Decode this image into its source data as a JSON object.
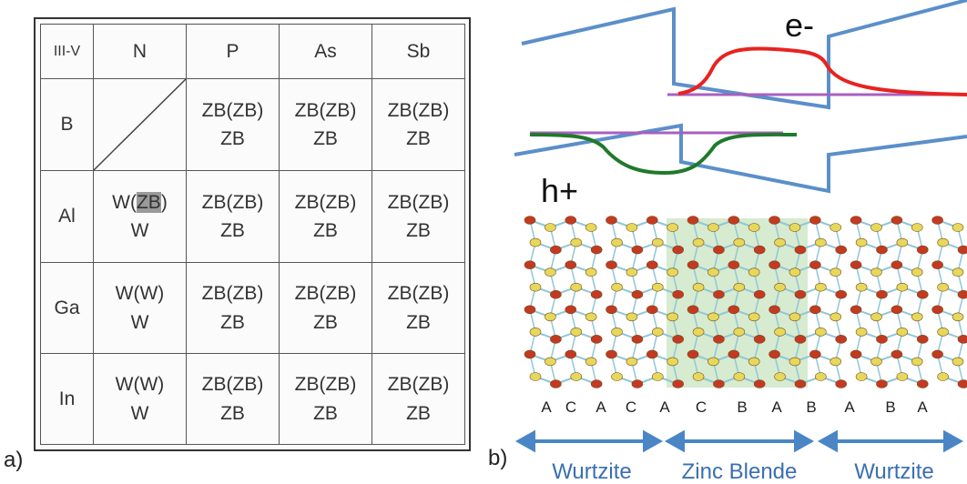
{
  "panel_a": {
    "label": "a)",
    "corner": "III-V",
    "columns": [
      "N",
      "P",
      "As",
      "Sb"
    ],
    "rows": [
      {
        "element": "B",
        "cells": [
          {
            "empty": true
          },
          {
            "l1": "ZB(ZB)",
            "l2": "ZB"
          },
          {
            "l1": "ZB(ZB)",
            "l2": "ZB"
          },
          {
            "l1": "ZB(ZB)",
            "l2": "ZB"
          }
        ]
      },
      {
        "element": "Al",
        "cells": [
          {
            "l1_pre": "W(",
            "l1_hl": "ZB",
            "l1_post": ")",
            "l2": "W"
          },
          {
            "l1": "ZB(ZB)",
            "l2": "ZB"
          },
          {
            "l1": "ZB(ZB)",
            "l2": "ZB"
          },
          {
            "l1": "ZB(ZB)",
            "l2": "ZB"
          }
        ]
      },
      {
        "element": "Ga",
        "cells": [
          {
            "l1": "W(W)",
            "l2": "W"
          },
          {
            "l1": "ZB(ZB)",
            "l2": "ZB"
          },
          {
            "l1": "ZB(ZB)",
            "l2": "ZB"
          },
          {
            "l1": "ZB(ZB)",
            "l2": "ZB"
          }
        ]
      },
      {
        "element": "In",
        "cells": [
          {
            "l1": "W(W)",
            "l2": "W"
          },
          {
            "l1": "ZB(ZB)",
            "l2": "ZB"
          },
          {
            "l1": "ZB(ZB)",
            "l2": "ZB"
          },
          {
            "l1": "ZB(ZB)",
            "l2": "ZB"
          }
        ]
      }
    ]
  },
  "panel_b": {
    "label": "b)",
    "electron_label": "e-",
    "hole_label": "h+",
    "stacking": [
      "A",
      "C",
      "A",
      "C",
      "A",
      "C",
      "B",
      "A",
      "B",
      "A",
      "B",
      "A"
    ],
    "regions": [
      "Wurtzite",
      "Zinc Blende",
      "Wurtzite"
    ],
    "colors": {
      "band_edge": "#5b8fc9",
      "electron_wf": "#e8231f",
      "hole_wf": "#1f7a2a",
      "energy_level": "#a85fc0",
      "zb_region": "#cfe8c8",
      "atom_red": "#c23a22",
      "atom_yellow": "#e6d85a",
      "bond": "#8fc7d8",
      "arrow": "#4a86c5",
      "region_text": "#3a6fb0"
    }
  }
}
